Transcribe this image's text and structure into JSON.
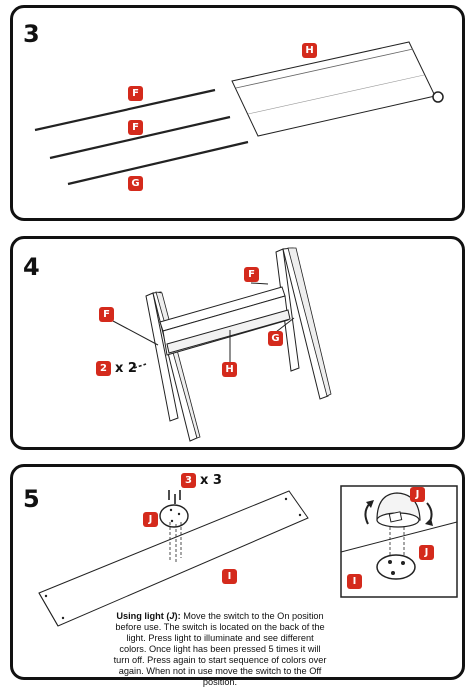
{
  "steps": [
    {
      "number": "3",
      "labels": {
        "rod_f1": "F",
        "rod_f2": "F",
        "rod_g": "G",
        "panel_h": "H"
      }
    },
    {
      "number": "4",
      "labels": {
        "rail_f_top": "F",
        "rail_f_left": "F",
        "screw": "2",
        "screw_qty": "x 2",
        "panel_h": "H",
        "rail_g": "G"
      }
    },
    {
      "number": "5",
      "labels": {
        "screw": "3",
        "screw_qty": "x 3",
        "light_j": "J",
        "board_i": "I",
        "detail_light_j": "J",
        "detail_base_j": "J",
        "detail_board_i": "I"
      }
    }
  ],
  "instructions": {
    "heading_bold": "Using light (",
    "heading_italic": "J",
    "heading_close": "):",
    "body": "Move the switch to the On position before use. The switch is located on the back of the light. Press light to illuminate and see different colors. Once light has been pressed 5 times it will turn off. Press again to start sequence of colors over again. When not in use move the switch to the Off position."
  }
}
